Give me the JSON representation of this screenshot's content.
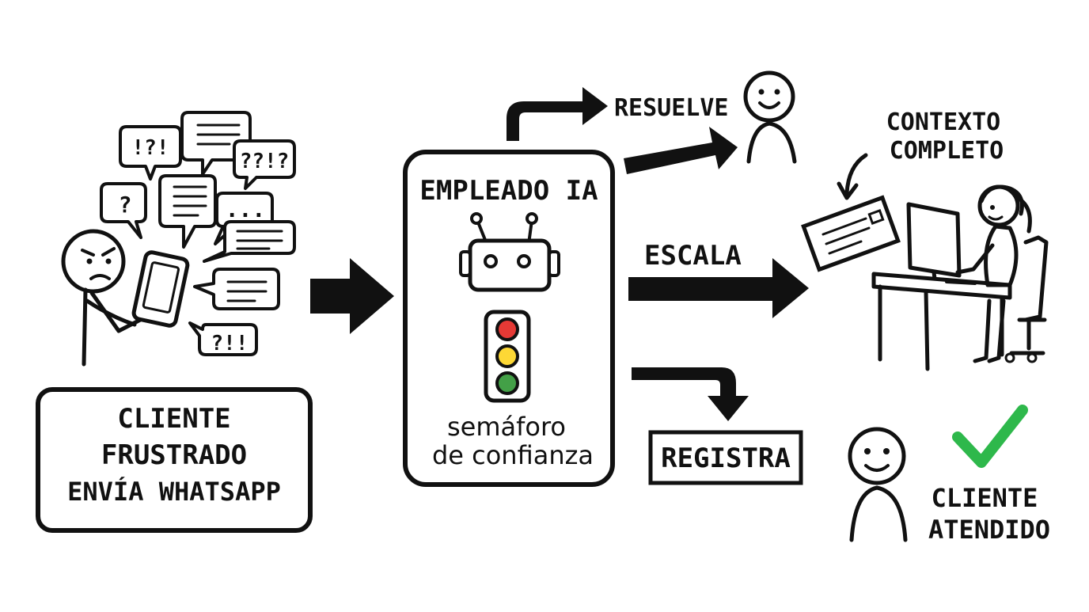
{
  "client_box": {
    "line1": "CLIENTE",
    "line2": "FRUSTRADO",
    "line3": "ENVÍA WHATSAPP"
  },
  "bubbles": {
    "b1": "!?!",
    "b2": "??!?",
    "b3": "?",
    "b4": "...",
    "b5": "?!!"
  },
  "ai_box": {
    "title": "EMPLEADO IA",
    "caption_line1": "semáforo",
    "caption_line2": "de confianza"
  },
  "traffic_light": {
    "red": "#e53935",
    "yellow": "#fdd835",
    "green": "#43a047"
  },
  "outcomes": {
    "resuelve": "RESUELVE",
    "escala": "ESCALA",
    "registra": "REGISTRA"
  },
  "context_label": {
    "line1": "CONTEXTO",
    "line2": "COMPLETO"
  },
  "served_label": {
    "line1": "CLIENTE",
    "line2": "ATENDIDO"
  },
  "check_color": "#2eb84b"
}
